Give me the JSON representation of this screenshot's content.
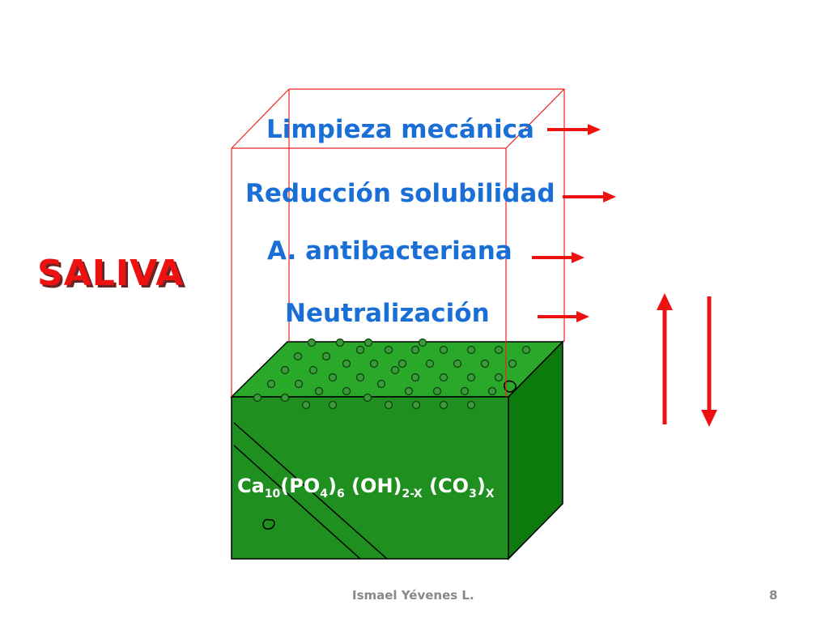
{
  "title": "SALIVA",
  "functions": [
    "Limpieza mecánica",
    "Reducción solubilidad",
    "A. antibacteriana",
    "Neutralización"
  ],
  "formula": {
    "base": [
      "Ca",
      "(PO",
      ")",
      " (OH)",
      " (CO",
      ")"
    ],
    "subs": [
      "10",
      "4",
      "6",
      "2-X",
      "3",
      "X"
    ]
  },
  "footer": {
    "author": "Ismael Yévenes L.",
    "page": "8"
  },
  "colors": {
    "accent": "#ee1111",
    "label": "#1a6fd6",
    "enamel_front": "#1f8f1f",
    "enamel_top": "#2aa82a",
    "enamel_side": "#0d6e0d",
    "box_outline": "#ee2222",
    "arrow": "#ee1111"
  }
}
